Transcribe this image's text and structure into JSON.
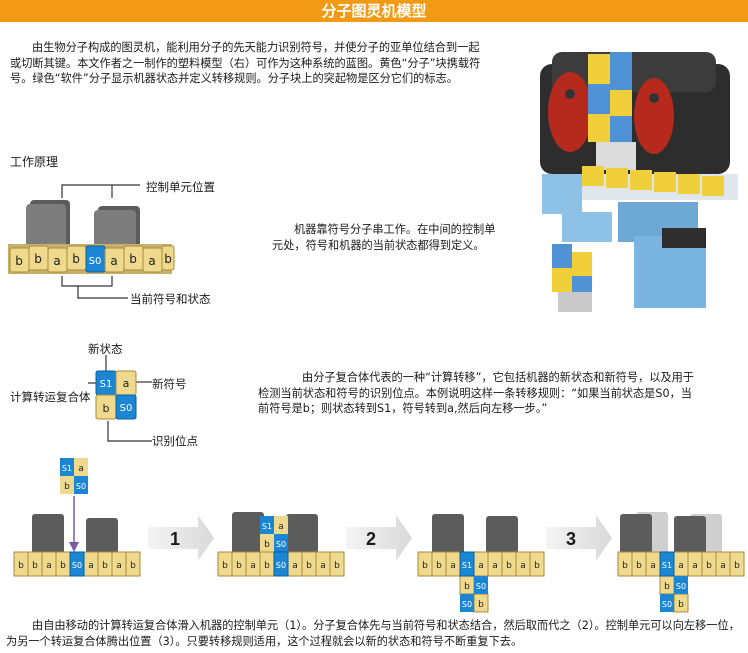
{
  "title": "分子图灵机模型",
  "intro": "由生物分子构成的图灵机，能利用分子的先天能力识别符号，并使分子的亚单位结合到一起或切断其键。本文作者之一制作的塑料模型（右）可作为这种系统的蓝图。黄色“分子”块携载符号。绿色“软件”分子显示机器状态并定义转移规则。分子块上的突起物是区分它们的标志。",
  "principle": {
    "heading": "工作原理",
    "control_label": "控制单元位置",
    "current_label": "当前符号和状态",
    "description": "机器靠符号分子串工作。在中间的控制单元处，符号和机器的当前状态都得到定义。"
  },
  "complex": {
    "label": "计算转运复合体",
    "new_state_label": "新状态",
    "new_symbol_label": "新符号",
    "recognition_label": "识别位点",
    "description": "由分子复合体代表的一种“计算转移”，它包括机器的新状态和新符号，以及用于检测当前状态和符号的识别位点。本例说明这样一条转移规则：“如果当前状态是S0，当前符号是b；则状态转到S1，符号转到a,然后向左移一步。”",
    "top_state": "S1",
    "top_symbol": "a",
    "bottom_symbol": "b",
    "bottom_state": "S0"
  },
  "tape": {
    "left_symbols": [
      "b",
      "b",
      "a",
      "b"
    ],
    "head_state": "S0",
    "right_symbols": [
      "a",
      "b",
      "a",
      "b"
    ]
  },
  "steps": [
    "1",
    "2",
    "3"
  ],
  "step3_tape": {
    "left_symbols": [
      "b",
      "b",
      "a"
    ],
    "head_state": "S1",
    "right_symbols": [
      "a",
      "a",
      "b",
      "a",
      "b"
    ]
  },
  "caption": "由自由移动的计算转运复合体滑入机器的控制单元（1）。分子复合体先与当前符号和状态结合，然后取而代之（2）。控制单元可以向左移一位，为另一个转运复合体腾出位置（3）。只要转移规则适用，这个过程就会以新的状态和符号不断重复下去。",
  "colors": {
    "banner": "#f29a14",
    "symbol_block": "#efd98c",
    "state_block": "#1b86d4",
    "machine": "#6f6f6f"
  }
}
